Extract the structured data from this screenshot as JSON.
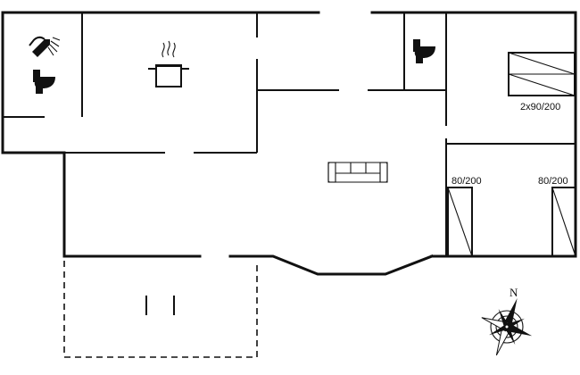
{
  "labels": {
    "bed_double": "2x90/200",
    "bed_single_left": "80/200",
    "bed_single_right": "80/200",
    "compass_north": "N"
  },
  "icons": {
    "shower": "shower-icon",
    "toilet_bath": "toilet-icon",
    "toilet_wc": "toilet-icon",
    "kitchen": "cooking-pot-icon",
    "living": "sofa-icon",
    "compass": "compass-rose-icon"
  },
  "colors": {
    "wall": "#111111",
    "background": "#ffffff"
  }
}
